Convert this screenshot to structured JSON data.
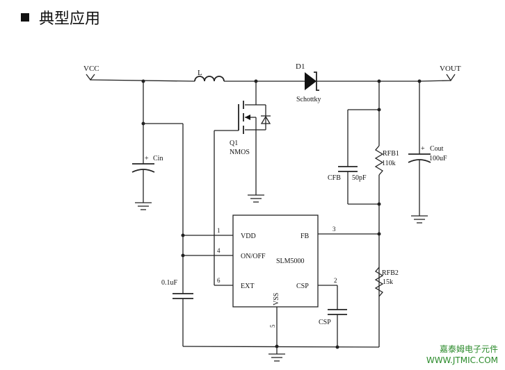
{
  "heading": {
    "title": "典型应用"
  },
  "labels": {
    "vcc": "VCC",
    "vout": "VOUT",
    "inductor": "L",
    "diode_name": "D1",
    "diode_type": "Schottky",
    "q1": "Q1",
    "nmos": "NMOS",
    "cin": "Cin",
    "cout": "Cout",
    "cout_value": "100uF",
    "rfb1": "RFB1",
    "rfb1_value": "110k",
    "cfb": "CFB",
    "cfb_value": "50pF",
    "rfb2": "RFB2",
    "rfb2_value": "15k",
    "c_vdd": "0.1uF",
    "csp_cap": "CSP",
    "plus": "+"
  },
  "ic": {
    "name": "SLM5000",
    "pins": {
      "vdd": "VDD",
      "onoff": "ON/OFF",
      "ext": "EXT",
      "fb": "FB",
      "csp": "CSP",
      "vss": "VSS"
    },
    "pin_numbers": {
      "vdd": "1",
      "onoff": "4",
      "ext": "6",
      "fb": "3",
      "csp": "2",
      "vss": "5"
    }
  },
  "watermark": {
    "line1": "嘉泰姆电子元件",
    "line2": "WWW.JTMIC.COM"
  }
}
